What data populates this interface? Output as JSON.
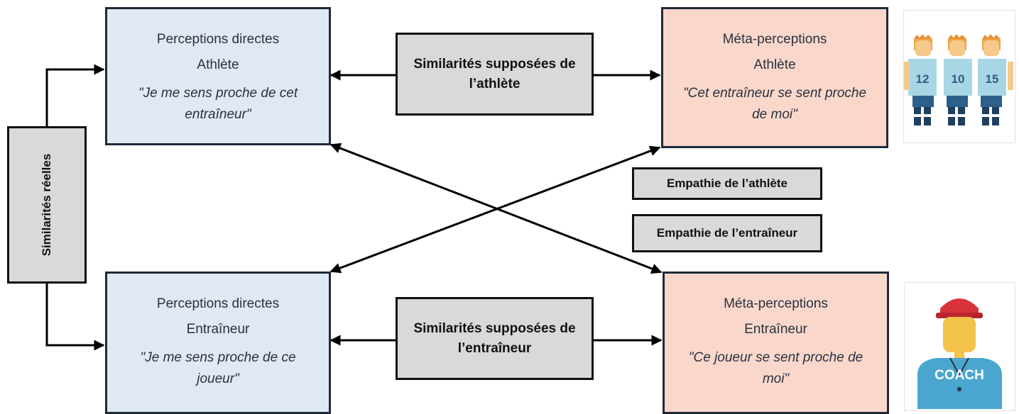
{
  "left_label": "Similarités réelles",
  "boxes": {
    "athlete_direct": {
      "title": "Perceptions directes",
      "role": "Athlète",
      "quote": "\"Je me sens proche de cet entraîneur\""
    },
    "athlete_meta": {
      "title": "Méta-perceptions",
      "role": "Athlète",
      "quote": "\"Cet entraîneur se sent proche de moi\""
    },
    "coach_direct": {
      "title": "Perceptions directes",
      "role": "Entraîneur",
      "quote": "\"Je me sens proche de ce joueur\""
    },
    "coach_meta": {
      "title": "Méta-perceptions",
      "role": "Entraîneur",
      "quote": "\"Ce joueur se sent proche de moi\""
    }
  },
  "assumed": {
    "athlete": "Similarités supposées de l’athlète",
    "coach": "Similarités supposées de l’entraîneur"
  },
  "empathy": {
    "athlete": "Empathie de l’athlète",
    "coach": "Empathie de l’entraîneur"
  },
  "illustrations": {
    "players": {
      "icon": "soccer-players-icon",
      "numbers": [
        "12",
        "10",
        "15"
      ]
    },
    "coach": {
      "icon": "coach-icon",
      "text": "COACH"
    }
  },
  "colors": {
    "blue_box": "#dfe8f3",
    "peach_box": "#f9d8cb",
    "gray_box": "#d9d9d9",
    "border": "#1f2a38"
  }
}
